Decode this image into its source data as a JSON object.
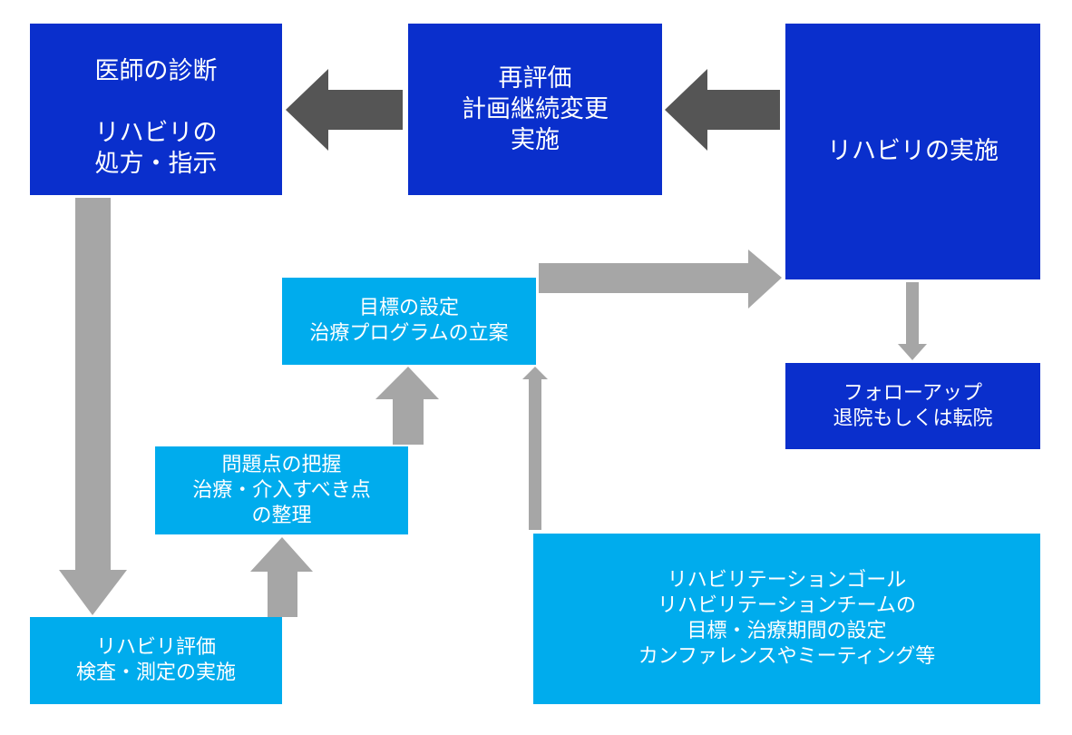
{
  "colors": {
    "dark_box": "#0a2fcc",
    "light_box": "#00aced",
    "dark_arrow": "#555555",
    "gray_arrow": "#a6a6a6",
    "text": "#ffffff"
  },
  "nodes": {
    "doctor": "医師の診断\n\nリハビリの\n処方・指示",
    "reevaluation": "再評価\n計画継続変更\n実施",
    "implementation": "リハビリの実施",
    "goal_setting": "目標の設定\n治療プログラムの立案",
    "problem": "問題点の把握\n治療・介入すべき点\nの整理",
    "evaluation": "リハビリ評価\n検査・測定の実施",
    "followup": "フォローアップ\n退院もしくは転院",
    "team": "リハビリテーションゴール\nリハビリテーションチームの\n目標・治療期間の設定\nカンファレンスやミーティング等"
  }
}
